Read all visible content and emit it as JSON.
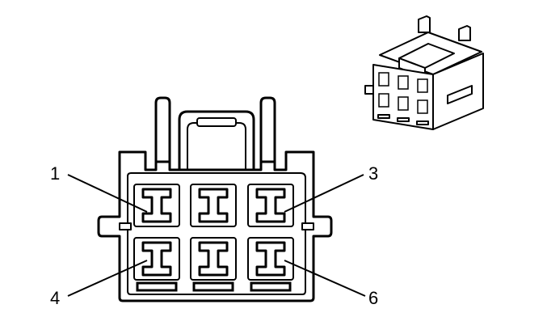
{
  "connector": {
    "pin_labels": [
      {
        "id": "pin-1",
        "text": "1"
      },
      {
        "id": "pin-3",
        "text": "3"
      },
      {
        "id": "pin-4",
        "text": "4"
      },
      {
        "id": "pin-6",
        "text": "6"
      }
    ],
    "cavity_count": 6,
    "line_color": "#000000",
    "background_color": "#ffffff"
  }
}
